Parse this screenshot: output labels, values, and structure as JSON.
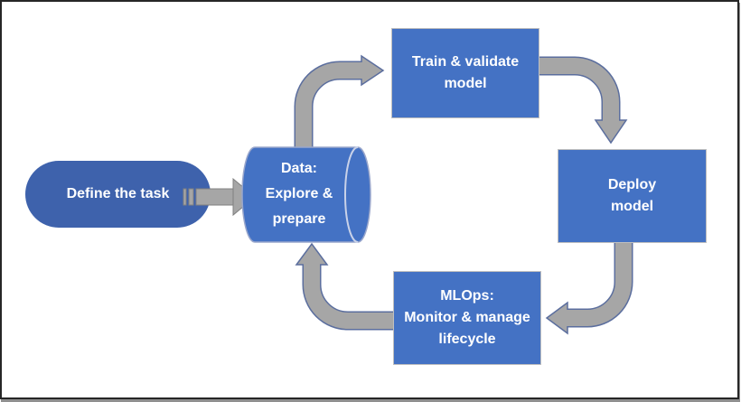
{
  "nodes": {
    "define_task": {
      "label": "Define the task"
    },
    "data": {
      "lines": [
        "Data:",
        "Explore &",
        "prepare"
      ]
    },
    "train": {
      "lines": [
        "Train & validate",
        "model"
      ]
    },
    "deploy": {
      "lines": [
        "Deploy",
        "model"
      ]
    },
    "mlops": {
      "lines": [
        "MLOps:",
        "Monitor & manage",
        "lifecycle"
      ]
    }
  },
  "colors": {
    "canvas_border": "#262626",
    "canvas_shadow": "#8F8F8F",
    "box_fill": "#4472C4",
    "pill_fill": "#3E62AC",
    "box_border": "#BFBFBF",
    "text_color": "#FFFFFF",
    "arrow_fill": "#A6A6A6",
    "arrow_outline": "#5B6E9E",
    "striped_outline": "#808080",
    "cyl_fill": "#4472C4",
    "cyl_stroke": "#9AA7CC",
    "cyl_rim": "#C9D2E9"
  }
}
